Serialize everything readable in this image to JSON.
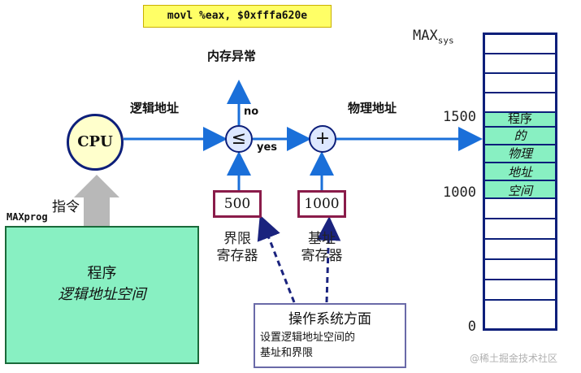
{
  "instruction": "movl %eax, $0xfffa620e",
  "memory_exception": "内存异常",
  "logical_address_label": "逻辑地址",
  "physical_address_label": "物理地址",
  "cpu_label": "CPU",
  "compare_symbol": "≤",
  "add_symbol": "+",
  "no_label": "no",
  "yes_label": "yes",
  "limit_register": {
    "value": "500",
    "name_line1": "界限",
    "name_line2": "寄存器"
  },
  "base_register": {
    "value": "1000",
    "name_line1": "基址",
    "name_line2": "寄存器"
  },
  "instruction_label": "指令",
  "maxprog_label": "MAXprog",
  "program": {
    "line1": "程序",
    "line2": "逻辑地址空间"
  },
  "os_box": {
    "title": "操作系统方面",
    "desc_line1": "设置逻辑地址空间的",
    "desc_line2": "基址和界限"
  },
  "memory": {
    "max_label": "MAX",
    "max_sub": "sys",
    "axis_1500": "1500",
    "axis_1000": "1000",
    "axis_0": "0",
    "seg_line1": "程序",
    "seg_line2": "的",
    "seg_line3": "物理",
    "seg_line4": "地址",
    "seg_line5": "空间"
  },
  "watermark": "@稀土掘金技术社区",
  "colors": {
    "arrow": "#1a6fd9",
    "dash_arrow": "#1a237e",
    "program_fill": "#88f0c2"
  }
}
